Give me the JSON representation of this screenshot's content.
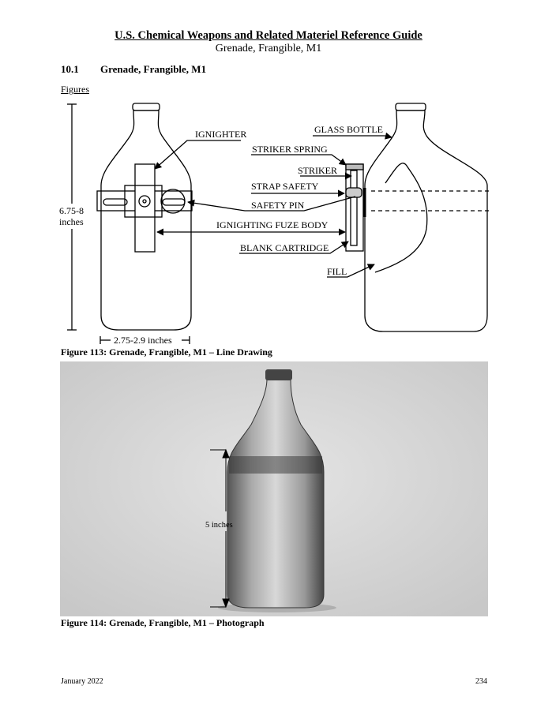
{
  "header": {
    "title": "U.S. Chemical Weapons and Related Materiel Reference Guide",
    "subtitle": "Grenade, Frangible, M1"
  },
  "section": {
    "number": "10.1",
    "title": "Grenade, Frangible, M1"
  },
  "figures_heading": "Figures",
  "figure113": {
    "caption": "Figure 113:  Grenade, Frangible, M1 – Line Drawing",
    "height_label_1": "6.75-8",
    "height_label_2": "inches",
    "width_label": "2.75-2.9 inches",
    "labels": {
      "ignighter": "IGNIGHTER",
      "glass_bottle": "GLASS BOTTLE",
      "striker_spring": "STRIKER SPRING",
      "striker": "STRIKER",
      "strap_safety": "STRAP SAFETY",
      "safety_pin": "SAFETY PIN",
      "fuze_body": "IGNIGHTING FUZE BODY",
      "blank_cartridge": "BLANK CARTRIDGE",
      "fill": "FILL"
    }
  },
  "figure114": {
    "caption": "Figure 114:  Grenade, Frangible, M1 – Photograph",
    "dimension_label": "5 inches"
  },
  "footer": {
    "date": "January 2022",
    "page": "234"
  }
}
